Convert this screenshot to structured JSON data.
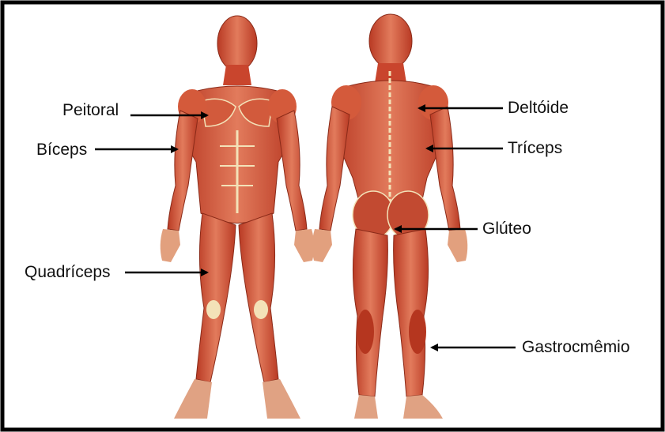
{
  "diagram": {
    "labels": {
      "peitoral": "Peitoral",
      "biceps": "Bíceps",
      "quadriceps": "Quadríceps",
      "deltoide": "Deltóide",
      "triceps": "Tríceps",
      "gluteo": "Glúteo",
      "gastrocnemio": "Gastrocmêmio"
    }
  },
  "colors": {
    "frame": "#000000",
    "muscle": "#c8442c",
    "muscle_light": "#e07a5a",
    "tendon": "#f3e2b8",
    "arrow": "#000000"
  }
}
